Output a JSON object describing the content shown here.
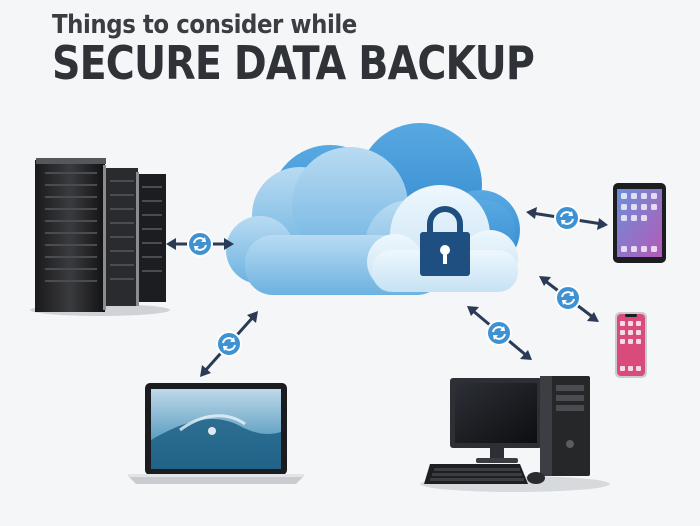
{
  "header": {
    "subtitle": "Things to consider while",
    "title": "SECURE DATA BACKUP"
  },
  "colors": {
    "cloud_light": "#cfe6f5",
    "cloud_mid": "#6fb3e0",
    "cloud_dark": "#3d8fd0",
    "sync_badge": "#3f92d2",
    "arrow": "#2b3a55",
    "padlock": "#1f4f80"
  },
  "devices": [
    {
      "name": "server-rack",
      "icon": "server-rack-icon"
    },
    {
      "name": "laptop",
      "icon": "laptop-icon"
    },
    {
      "name": "desktop-computer",
      "icon": "desktop-computer-icon"
    },
    {
      "name": "tablet",
      "icon": "tablet-icon"
    },
    {
      "name": "smartphone",
      "icon": "smartphone-icon"
    }
  ]
}
